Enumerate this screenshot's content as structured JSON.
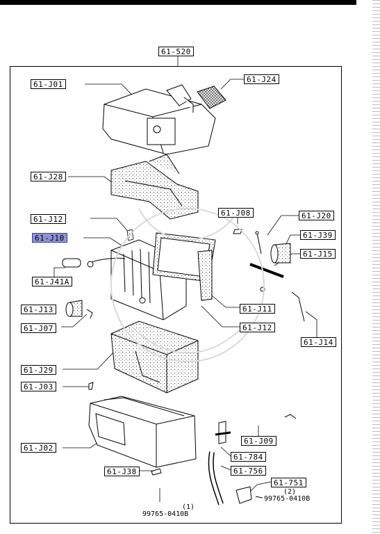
{
  "labels": {
    "l520": "61-520",
    "j01": "61-J01",
    "j24": "61-J24",
    "j28": "61-J28",
    "j12a": "61-J12",
    "j08": "61-J08",
    "j20": "61-J20",
    "j10": "61-J10",
    "j39": "61-J39",
    "j15": "61-J15",
    "j41a": "61-J41A",
    "j13": "61-J13",
    "j11": "61-J11",
    "j07": "61-J07",
    "j12b": "61-J12",
    "j14": "61-J14",
    "j29": "61-J29",
    "j03": "61-J03",
    "j09": "61-J09",
    "j02": "61-J02",
    "l784": "61-784",
    "l756": "61-756",
    "j38": "61-J38",
    "l751": "61-751"
  },
  "notes": {
    "qty1": "(1)",
    "part1": "99765-0410B",
    "qty2": "(2)",
    "part2": "99765-0410B"
  },
  "selected_label": "61-J10"
}
